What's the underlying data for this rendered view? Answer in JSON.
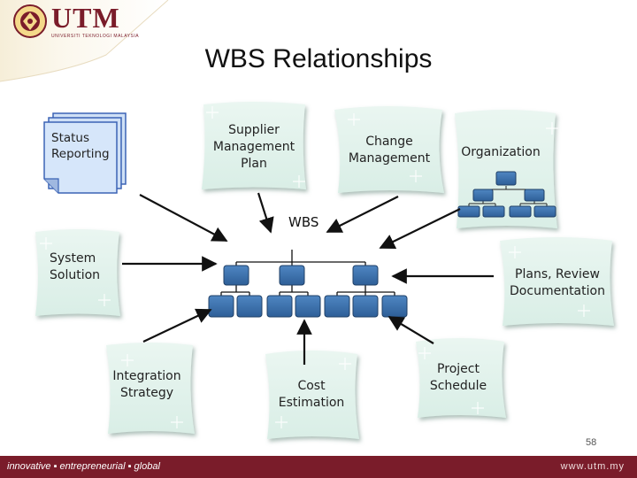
{
  "header": {
    "logo_text": "UTM",
    "logo_sub": "UNIVERSITI TEKNOLOGI MALAYSIA",
    "title": "WBS Relationships"
  },
  "nodes": {
    "status_reporting": "Status Reporting",
    "supplier_line1": "Supplier",
    "supplier_line2": "Management",
    "supplier_line3": "Plan",
    "change_line1": "Change",
    "change_line2": "Management",
    "organization": "Organization",
    "wbs": "WBS",
    "system_line1": "System",
    "system_line2": "Solution",
    "plans_line1": "Plans, Review",
    "plans_line2": "Documentation",
    "integration_line1": "Integration",
    "integration_line2": "Strategy",
    "cost_line1": "Cost",
    "cost_line2": "Estimation",
    "project_line1": "Project",
    "project_line2": "Schedule"
  },
  "colors": {
    "brand": "#7a1c2a",
    "note_fill": "#e6f4ef",
    "box_fill": "#3a6fa8"
  },
  "footer": {
    "left": "innovative ▪ entrepreneurial ▪ global",
    "right": "www.utm.my"
  },
  "page_number": "58"
}
